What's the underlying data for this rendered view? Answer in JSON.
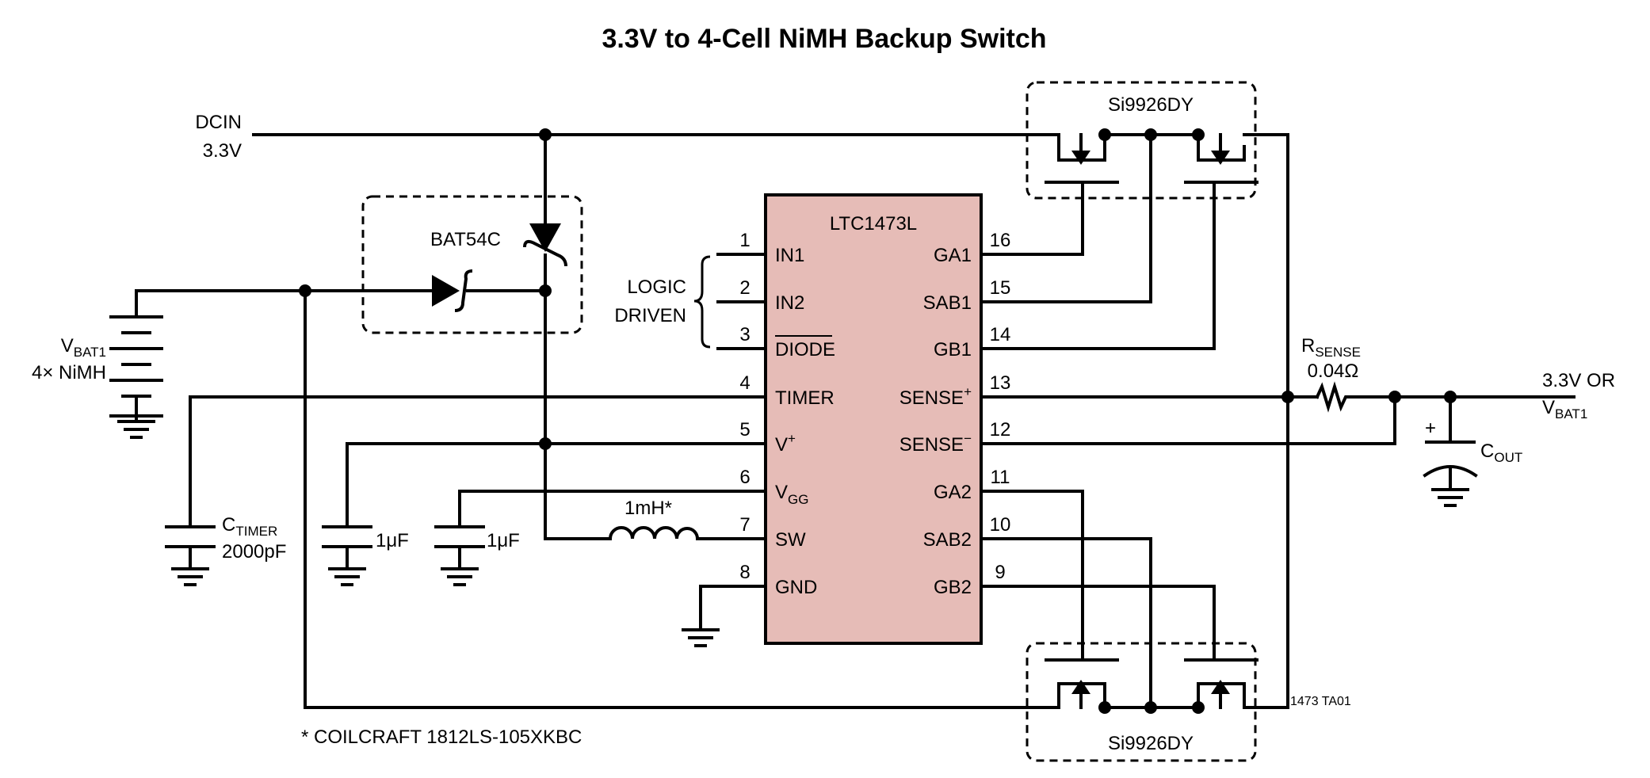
{
  "title": "3.3V to 4-Cell NiMH Backup Switch",
  "ic": {
    "name": "LTC1473L",
    "pins": [
      {
        "num": "1",
        "label": "IN1"
      },
      {
        "num": "2",
        "label": "IN2"
      },
      {
        "num": "3",
        "label": "DIODE"
      },
      {
        "num": "4",
        "label": "TIMER"
      },
      {
        "num": "5",
        "label": "V",
        "sup": "+"
      },
      {
        "num": "6",
        "label": "V",
        "sub": "GG"
      },
      {
        "num": "7",
        "label": "SW"
      },
      {
        "num": "8",
        "label": "GND"
      },
      {
        "num": "9",
        "label": "GB2"
      },
      {
        "num": "10",
        "label": "SAB2"
      },
      {
        "num": "11",
        "label": "GA2"
      },
      {
        "num": "12",
        "label": "SENSE",
        "sup": "−"
      },
      {
        "num": "13",
        "label": "SENSE",
        "sup": "+"
      },
      {
        "num": "14",
        "label": "GB1"
      },
      {
        "num": "15",
        "label": "SAB1"
      },
      {
        "num": "16",
        "label": "GA1"
      }
    ],
    "fill": "#e6bcb7"
  },
  "labels": {
    "dcin": "DCIN",
    "dcin_v": "3.3V",
    "diode": "BAT54C",
    "logic_line1": "LOGIC",
    "logic_line2": "DRIVEN",
    "vbat_main": "V",
    "vbat_sub": "BAT1",
    "vbat_cells": "4× NiMH",
    "ctimer_main": "C",
    "ctimer_sub": "TIMER",
    "ctimer_value": "2000pF",
    "cap1_value": "1μF",
    "cap2_value": "1μF",
    "inductor_value": "1mH*",
    "mosfet_top": "Si9926DY",
    "mosfet_bottom": "Si9926DY",
    "rsense_main": "R",
    "rsense_sub": "SENSE",
    "rsense_value": "0.04Ω",
    "output_line1": "3.3V OR",
    "output_main": "V",
    "output_sub": "BAT1",
    "cout_main": "C",
    "cout_sub": "OUT",
    "cout_plus": "+",
    "footnote": "* COILCRAFT 1812LS-105XKBC",
    "figure_id": "1473 TA01"
  }
}
